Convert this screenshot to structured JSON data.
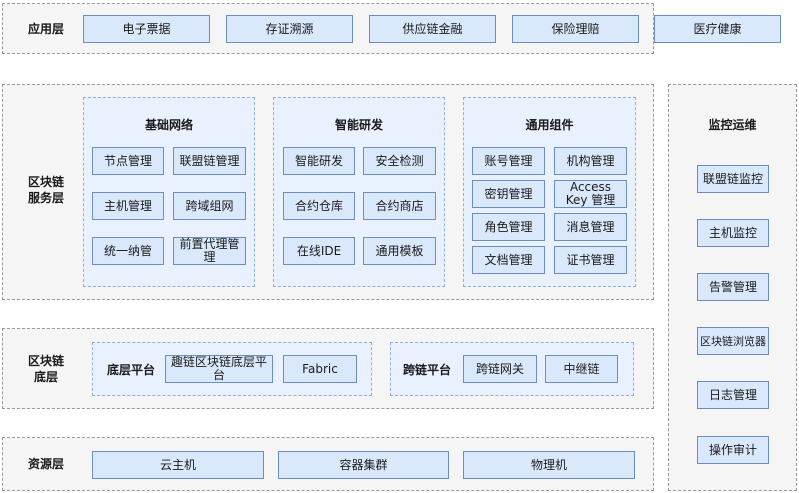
{
  "app_layer": {
    "label": "应用层",
    "items": [
      "电子票据",
      "存证溯源",
      "供应链金融",
      "保险理赔",
      "医疗健康"
    ]
  },
  "service_layer": {
    "label_line1": "区块链",
    "label_line2": "服务层",
    "groups": [
      {
        "title": "基础网络",
        "items": [
          "节点管理",
          "联盟链管理",
          "主机管理",
          "跨域组网",
          "统一纳管",
          "前置代理管理"
        ]
      },
      {
        "title": "智能研发",
        "items": [
          "智能研发",
          "安全检测",
          "合约仓库",
          "合约商店",
          "在线IDE",
          "通用模板"
        ]
      },
      {
        "title": "通用组件",
        "items": [
          "账号管理",
          "机构管理",
          "密钥管理",
          "Access Key 管理",
          "角色管理",
          "消息管理",
          "文档管理",
          "证书管理"
        ]
      }
    ]
  },
  "base_layer": {
    "label_line1": "区块链",
    "label_line2": "底层",
    "platform": {
      "title": "底层平台",
      "items": [
        "趣链区块链底层平台",
        "Fabric"
      ]
    },
    "cross_chain": {
      "title": "跨链平台",
      "items": [
        "跨链网关",
        "中继链"
      ]
    }
  },
  "resource_layer": {
    "label": "资源层",
    "items": [
      "云主机",
      "容器集群",
      "物理机"
    ]
  },
  "monitor": {
    "title": "监控运维",
    "items": [
      "联盟链监控",
      "主机监控",
      "告警管理",
      "区块链浏览器",
      "日志管理",
      "操作审计"
    ]
  }
}
